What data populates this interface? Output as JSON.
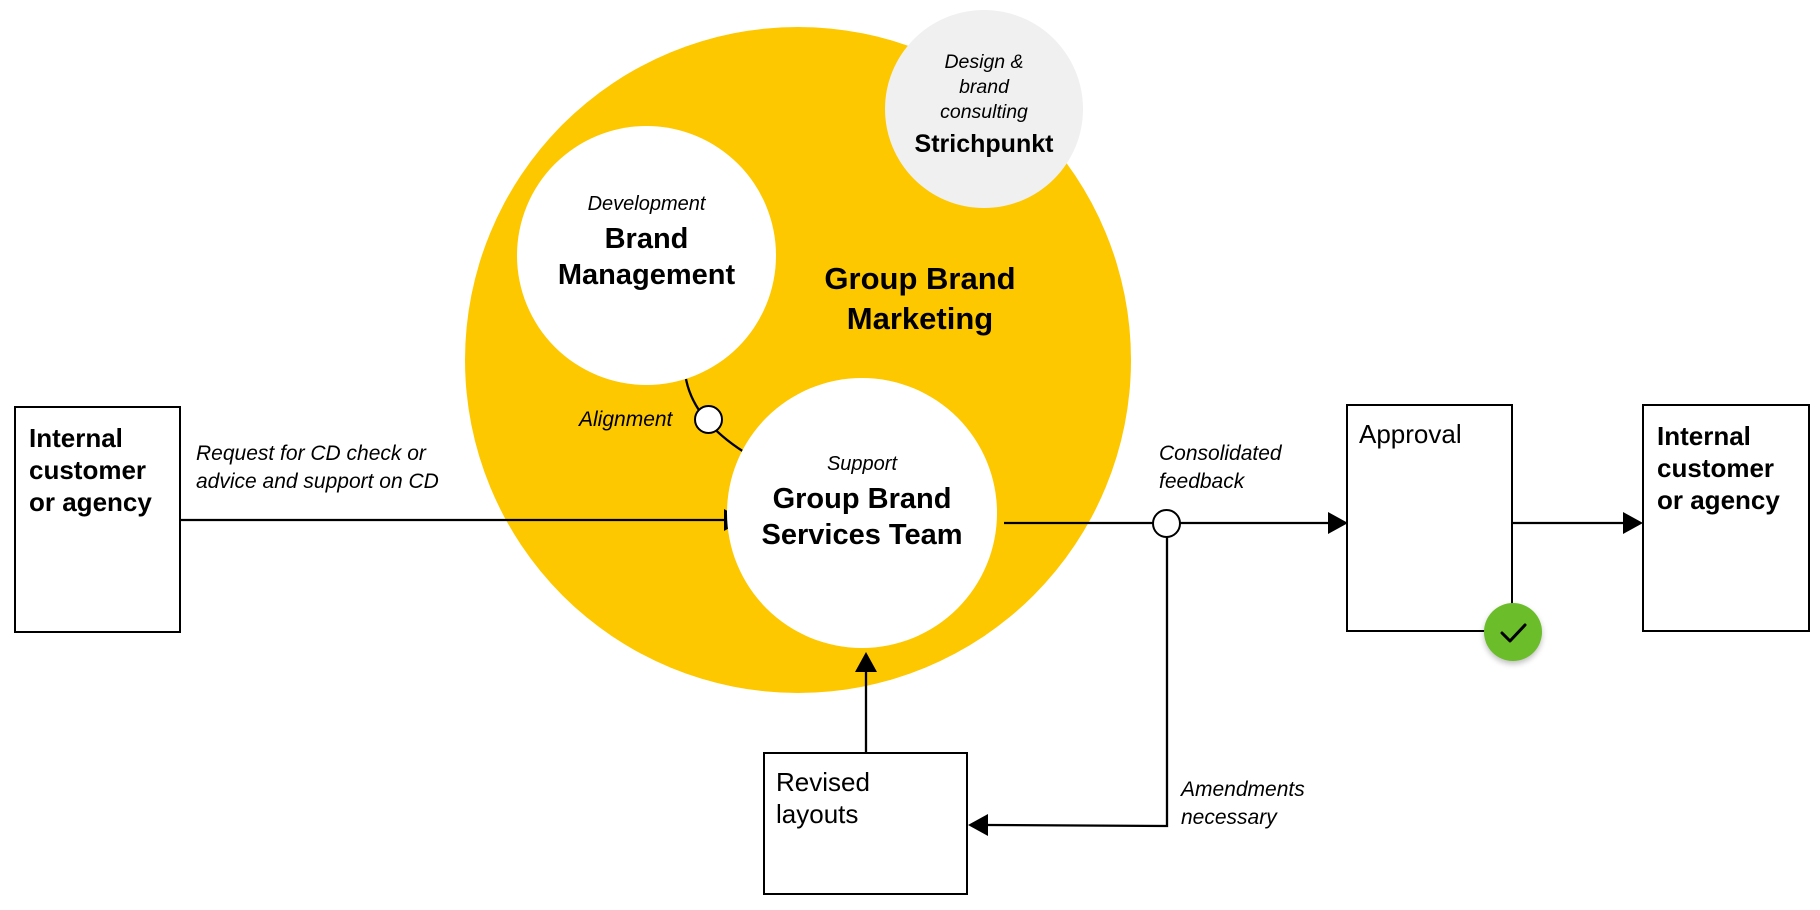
{
  "colors": {
    "brand_yellow": "#fdc800",
    "consultant_gray": "#f0f0f0",
    "check_green": "#6bbd2a",
    "line": "#000000",
    "background": "#ffffff"
  },
  "group": {
    "title": "Group Brand Marketing"
  },
  "brand_management": {
    "subtitle": "Development",
    "title": "Brand Management"
  },
  "services_team": {
    "subtitle": "Support",
    "title": "Group Brand Services Team"
  },
  "consultant": {
    "subtitle": "Design & brand consulting",
    "title": "Strichpunkt"
  },
  "alignment_label": "Alignment",
  "left_box": {
    "label": "Internal customer or agency"
  },
  "request_label": "Request for CD check or advice and support on CD",
  "feedback_label": "Consolidated feedback",
  "approval_box": {
    "label": "Approval",
    "status_icon": "check-icon"
  },
  "right_box": {
    "label": "Internal customer or agency"
  },
  "revised_box": {
    "label": "Revised layouts"
  },
  "amendments_label": "Amendments necessary"
}
